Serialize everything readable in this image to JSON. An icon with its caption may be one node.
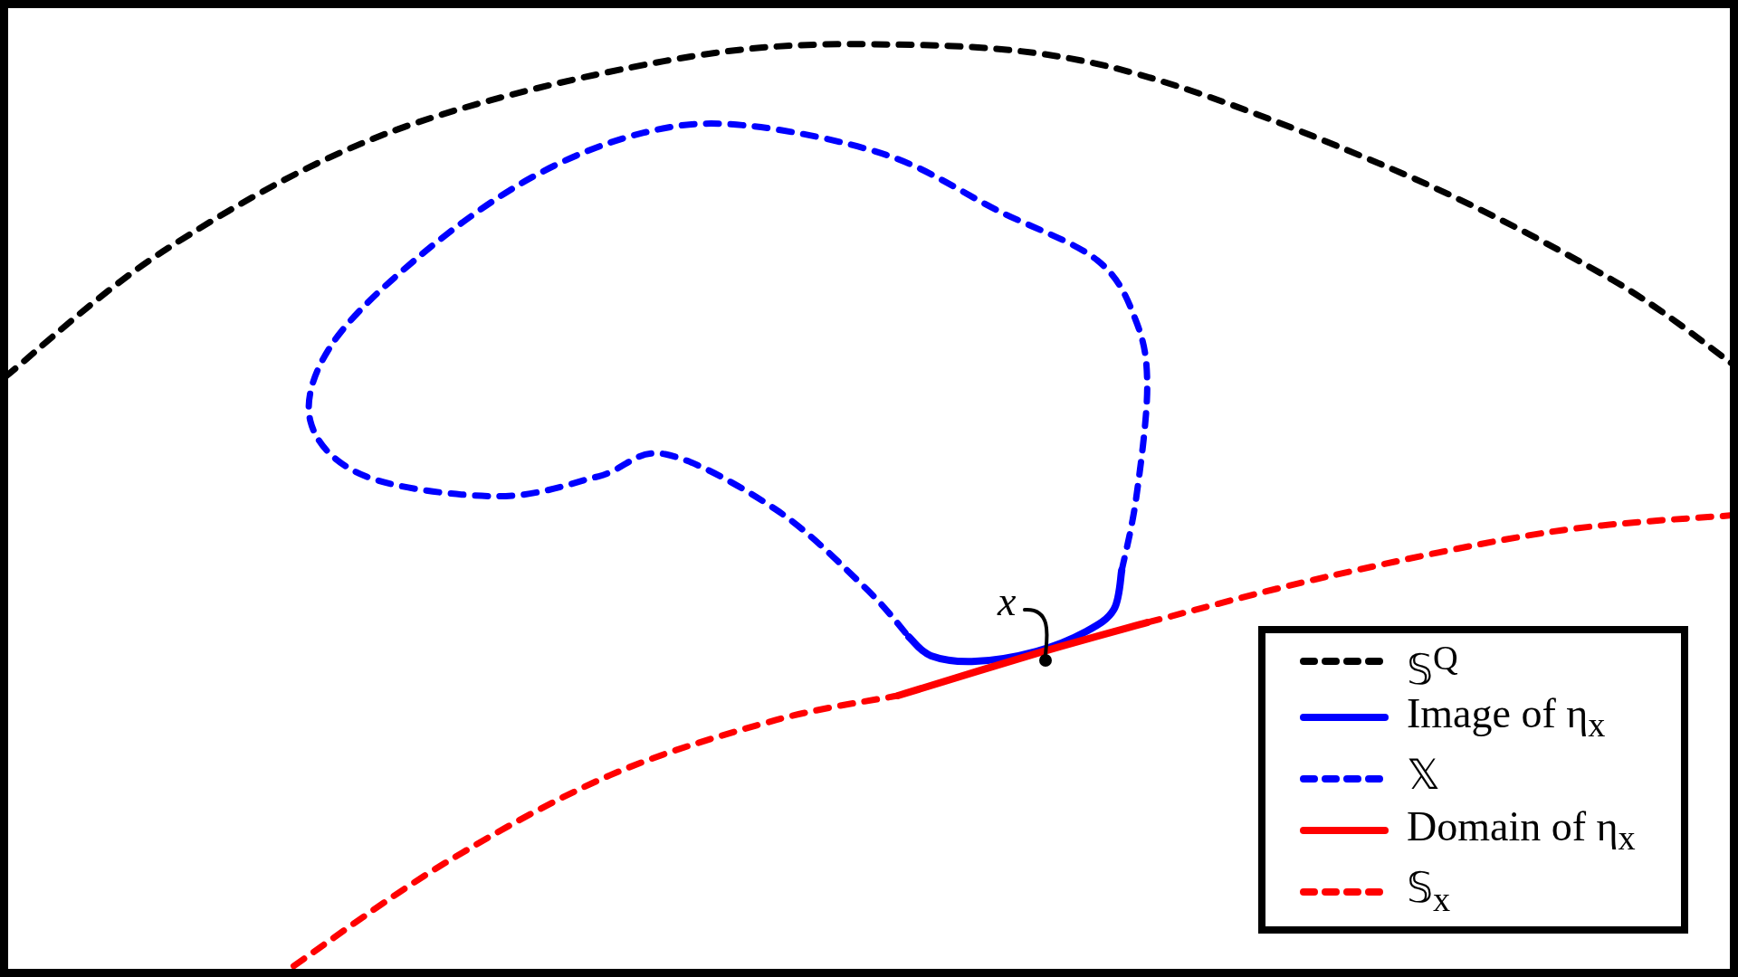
{
  "diagram": {
    "nodes": [
      {
        "text": [
          "x"
        ]
      },
      {
        "text": [],
        "shape": "circle"
      }
    ],
    "edges": [
      {
        "from": 0,
        "to": 1,
        "arrow": "none"
      }
    ],
    "legend": [
      {
        "text": "𝕊$^{Q}$"
      },
      {
        "text": "Image of η$_{x}$"
      },
      {
        "text": "𝕏"
      },
      {
        "text": "Domain of η$_{x}$"
      },
      {
        "text": "𝕊$_{x}$"
      }
    ]
  }
}
